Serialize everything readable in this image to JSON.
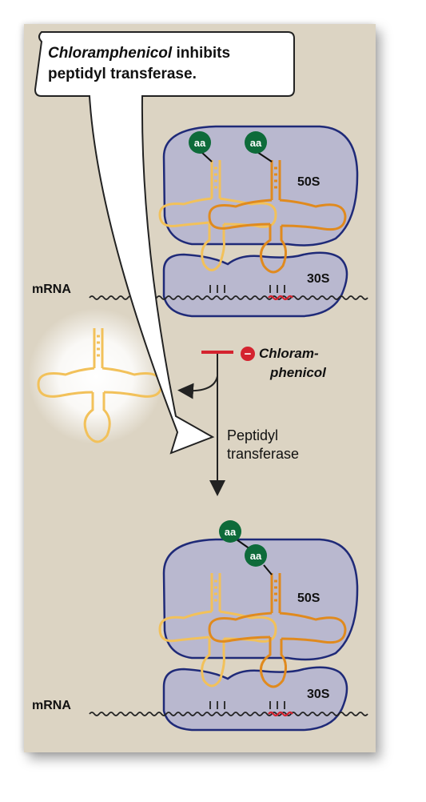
{
  "callout": {
    "drug_name": "Chloramphenicol",
    "text_line1_rest": " inhibits",
    "text_line2": "peptidyl transferase."
  },
  "top_ribosome": {
    "large_subunit": "50S",
    "small_subunit": "30S",
    "mrna_label": "mRNA",
    "amino_acid_1": "aa",
    "amino_acid_2": "aa"
  },
  "inhibitor": {
    "symbol": "−",
    "name_line1": "Chloram-",
    "name_line2": "phenicol"
  },
  "reaction": {
    "enzyme_line1": "Peptidyl",
    "enzyme_line2": "transferase"
  },
  "bottom_ribosome": {
    "large_subunit": "50S",
    "small_subunit": "30S",
    "mrna_label": "mRNA",
    "amino_acid_1": "aa",
    "amino_acid_2": "aa"
  },
  "colors": {
    "background": "#dcd4c3",
    "ribosome_fill": "#b9b8cf",
    "ribosome_stroke": "#1f2a78",
    "trna_light": "#f2c15a",
    "trna_dark": "#e08a1e",
    "aa_green": "#0e6b3a",
    "inhibit_red": "#d4232f",
    "arrow": "#222222"
  }
}
